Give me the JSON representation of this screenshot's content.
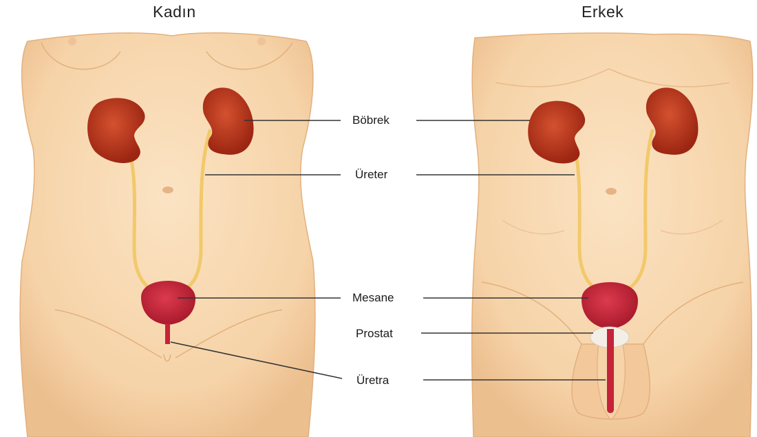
{
  "figures": {
    "female_title": "Kadın",
    "male_title": "Erkek"
  },
  "labels": {
    "kidney": "Böbrek",
    "ureter": "Üreter",
    "bladder": "Mesane",
    "prostate": "Prostat",
    "urethra": "Üretra"
  },
  "colors": {
    "skin": "#f8d7ae",
    "skin_shadow": "#eab98a",
    "kidney": "#b8331c",
    "ureter": "#f2c96a",
    "bladder": "#c4233a",
    "prostate": "#f4efe6",
    "leader_line": "#333333"
  }
}
